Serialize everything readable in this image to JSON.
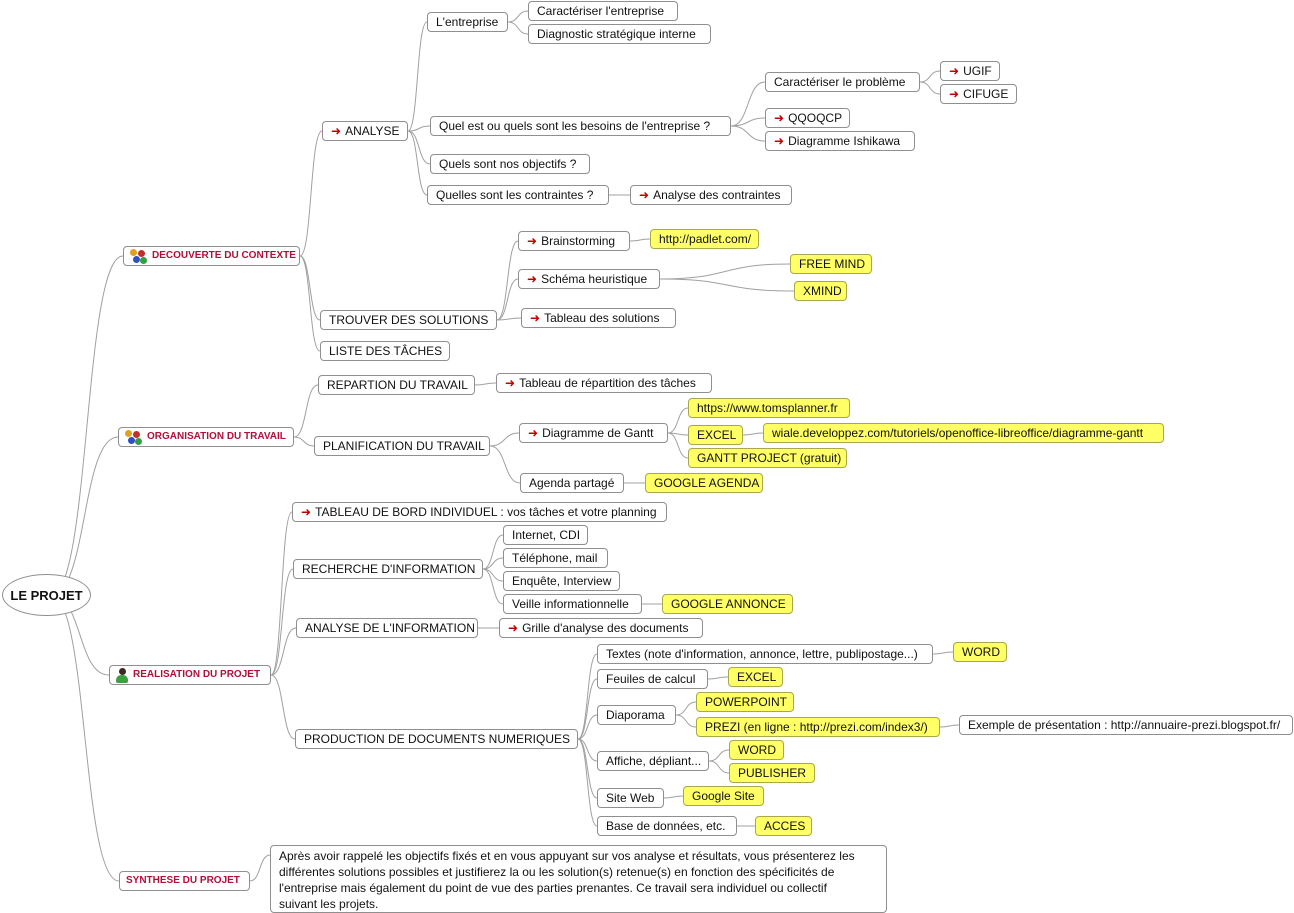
{
  "root": {
    "label": "LE PROJET"
  },
  "nodes": {
    "n1": "DECOUVERTE DU CONTEXTE",
    "n1_1": "ANALYSE",
    "n1_1_1": "L'entreprise",
    "n1_1_1_1": "Caractériser l'entreprise",
    "n1_1_1_2": "Diagnostic stratégique interne",
    "n1_1_2": "Quel est ou quels sont les besoins de l'entreprise ?",
    "n1_1_2_1": "Caractériser le problème",
    "n1_1_2_1_1": "UGIF",
    "n1_1_2_1_2": "CIFUGE",
    "n1_1_2_2": "QQOQCP",
    "n1_1_2_3": "Diagramme Ishikawa",
    "n1_1_3": "Quels sont nos objectifs ?",
    "n1_1_4": "Quelles sont les contraintes ?",
    "n1_1_4_1": "Analyse des contraintes",
    "n1_2": "TROUVER DES SOLUTIONS",
    "n1_2_1": "Brainstorming",
    "n1_2_1_1": "http://padlet.com/",
    "n1_2_2": "Schéma heuristique",
    "n1_2_2_1": "FREE MIND",
    "n1_2_2_2": "XMIND",
    "n1_2_3": "Tableau des solutions",
    "n1_3": "LISTE DES TÂCHES",
    "n2": "ORGANISATION DU TRAVAIL",
    "n2_1": "REPARTION DU TRAVAIL",
    "n2_1_1": "Tableau de répartition des tâches",
    "n2_2": "PLANIFICATION DU TRAVAIL",
    "n2_2_1": "Diagramme de Gantt",
    "n2_2_1_1": "https://www.tomsplanner.fr",
    "n2_2_1_2": "EXCEL",
    "n2_2_1_2_1": "wiale.developpez.com/tutoriels/openoffice-libreoffice/diagramme-gantt",
    "n2_2_1_3": "GANTT PROJECT (gratuit)",
    "n2_2_2": "Agenda partagé",
    "n2_2_2_1": "GOOGLE AGENDA",
    "n3": "REALISATION DU PROJET",
    "n3_1": "TABLEAU DE BORD INDIVIDUEL : vos tâches et votre planning",
    "n3_2": "RECHERCHE D'INFORMATION",
    "n3_2_1": "Internet, CDI",
    "n3_2_2": "Téléphone, mail",
    "n3_2_3": "Enquête, Interview",
    "n3_2_4": "Veille informationnelle",
    "n3_2_4_1": "GOOGLE ANNONCE",
    "n3_3": "ANALYSE DE L'INFORMATION",
    "n3_3_1": "Grille d'analyse des documents",
    "n3_4": "PRODUCTION DE DOCUMENTS NUMERIQUES",
    "n3_4_1": "Textes (note d'information, annonce, lettre, publipostage...)",
    "n3_4_1_1": "WORD",
    "n3_4_2": "Feuiles de calcul",
    "n3_4_2_1": "EXCEL",
    "n3_4_3": "Diaporama",
    "n3_4_3_1": "POWERPOINT",
    "n3_4_3_2": "PREZI (en ligne : http://prezi.com/index3/)",
    "n3_4_3_2_1": "Exemple de présentation : http://annuaire-prezi.blogspot.fr/",
    "n3_4_4": "Affiche, dépliant...",
    "n3_4_4_1": "WORD",
    "n3_4_4_2": "PUBLISHER",
    "n3_4_5": "Site Web",
    "n3_4_5_1": "Google Site",
    "n3_4_6": "Base de données, etc.",
    "n3_4_6_1": "ACCES",
    "n4": "SYNTHESE DU PROJET",
    "n4_1": "Après avoir rappelé les objectifs fixés et en vous appuyant sur vos analyse et résultats, vous présenterez les\ndifférentes solutions possibles et justifierez la ou les solution(s) retenue(s) en fonction des spécificités de\nl'entreprise mais également du point de vue des parties prenantes. Ce travail sera individuel ou collectif\nsuivant les projets."
  },
  "icons": {
    "arrow": "right-arrow-icon",
    "group": "people-group-icon",
    "person": "person-icon"
  },
  "colors": {
    "main_branch_text": "#b0103a",
    "arrow": "#c00000",
    "highlight": "#ffff66",
    "link": "#a0a0a0"
  }
}
